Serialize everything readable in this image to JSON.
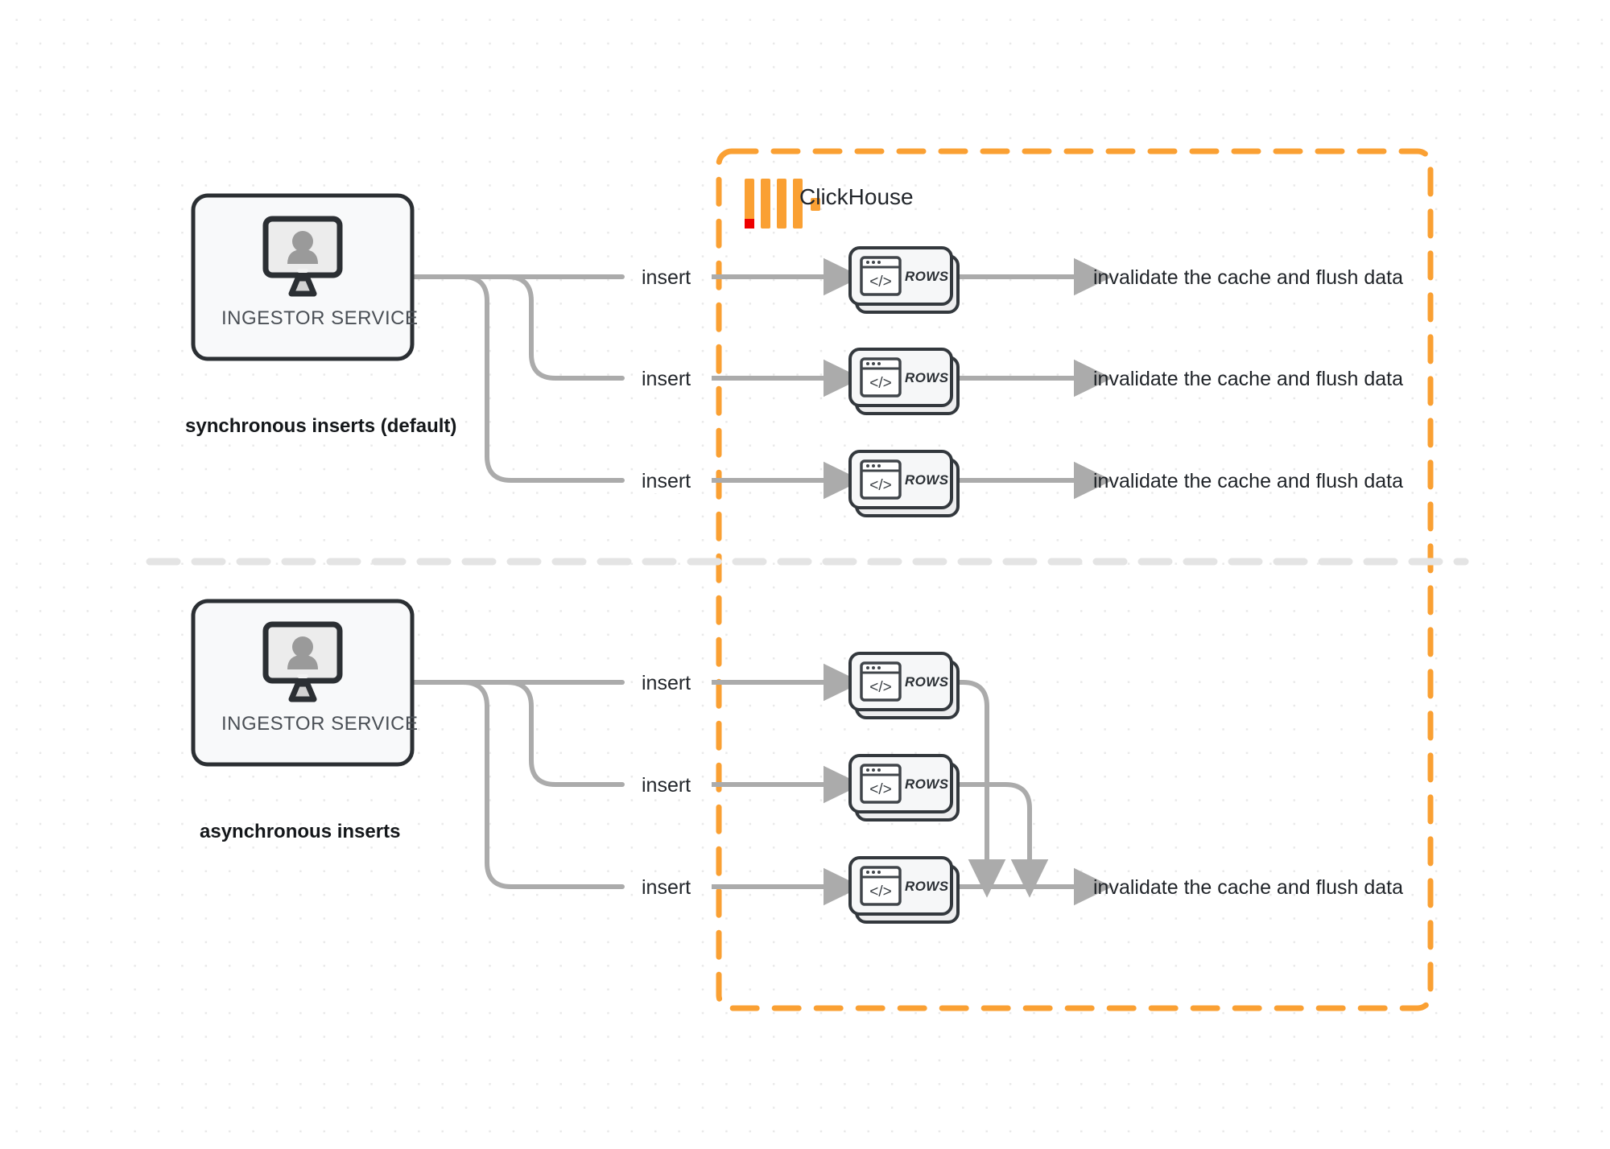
{
  "diagram": {
    "title": "ClickHouse synchronous vs asynchronous inserts",
    "colors": {
      "brand_orange": "#FAA033",
      "logo_red": "#EE0000",
      "line_gray": "#ABABAB",
      "card_border": "#33383D",
      "card_fill": "#F5F6F7",
      "text_dark": "#1F2328",
      "divider": "#E3E3E3",
      "background": "#FFFFFF"
    },
    "boundary": {
      "label": "ClickHouse",
      "logo_name": "clickhouse-logo",
      "style": "dashed"
    },
    "divider": {
      "style": "dashed",
      "name": "section-divider"
    },
    "sections": [
      {
        "id": "synchronous",
        "mode_label": "synchronous inserts (default)",
        "source": {
          "label": "INGESTOR SERVICE",
          "icon": "monitor-user-icon"
        },
        "rows": [
          {
            "insert_label": "insert",
            "card_label": "ROWS",
            "result_label": "invalidate the cache and flush data"
          },
          {
            "insert_label": "insert",
            "card_label": "ROWS",
            "result_label": "invalidate the cache and flush data"
          },
          {
            "insert_label": "insert",
            "card_label": "ROWS",
            "result_label": "invalidate the cache and flush data"
          }
        ]
      },
      {
        "id": "asynchronous",
        "mode_label": "asynchronous inserts",
        "source": {
          "label": "INGESTOR SERVICE",
          "icon": "monitor-user-icon"
        },
        "rows": [
          {
            "insert_label": "insert",
            "card_label": "ROWS"
          },
          {
            "insert_label": "insert",
            "card_label": "ROWS"
          },
          {
            "insert_label": "insert",
            "card_label": "ROWS",
            "result_label": "invalidate the cache and flush data"
          }
        ]
      }
    ]
  }
}
